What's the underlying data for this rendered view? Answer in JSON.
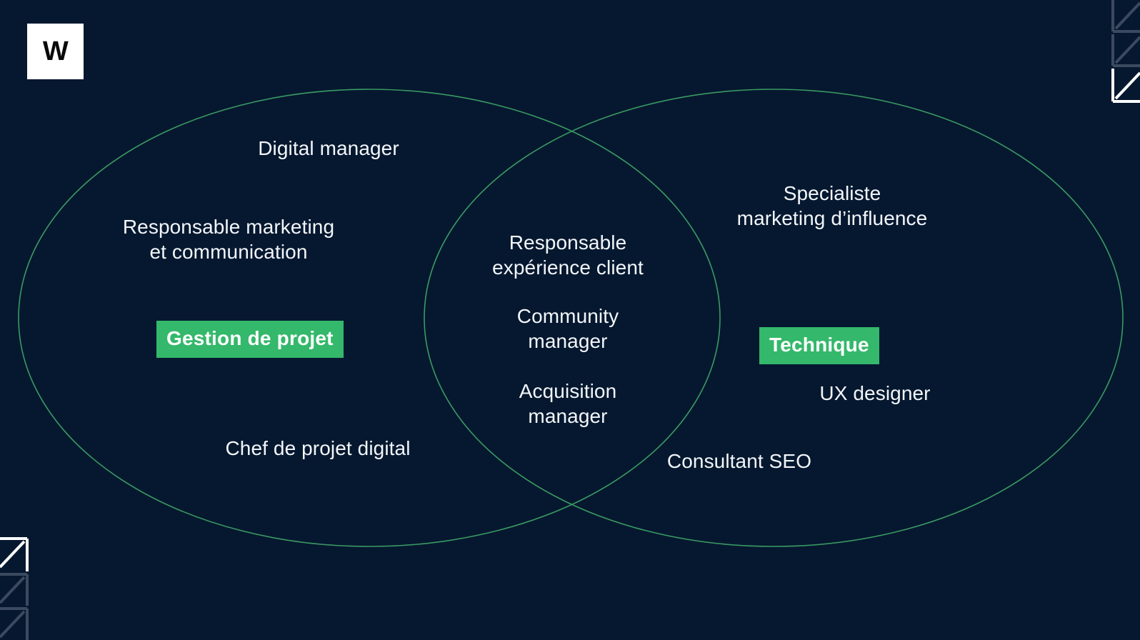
{
  "brand": {
    "logo_letter": "W"
  },
  "colors": {
    "background": "#06182f",
    "ellipse_stroke": "#3a9a63",
    "accent_green": "#34b86b",
    "text": "#f2f6fa",
    "logo_bg": "#ffffff",
    "logo_fg": "#0a0a0a",
    "deco_muted": "#3b4a61",
    "deco_bright": "#ffffff"
  },
  "diagram": {
    "type": "venn",
    "circles": [
      {
        "id": "left",
        "label": "Gestion de projet"
      },
      {
        "id": "right",
        "label": "Technique"
      }
    ],
    "left_only": [
      {
        "key": "digital_manager",
        "text": "Digital manager"
      },
      {
        "key": "resp_marketing",
        "text": "Responsable marketing\net communication"
      },
      {
        "key": "chef_projet",
        "text": "Chef de projet digital"
      }
    ],
    "intersection": [
      {
        "key": "resp_experience",
        "text": "Responsable\nexpérience client"
      },
      {
        "key": "community_manager",
        "text": "Community\nmanager"
      },
      {
        "key": "acquisition_manager",
        "text": "Acquisition\nmanager"
      }
    ],
    "right_only": [
      {
        "key": "specialiste_influence",
        "text": "Specialiste\nmarketing d’influence"
      },
      {
        "key": "ux_designer",
        "text": "UX designer"
      },
      {
        "key": "consultant_seo",
        "text": "Consultant SEO"
      }
    ],
    "chips": [
      {
        "key": "gestion_de_projet",
        "text": "Gestion de projet"
      },
      {
        "key": "technique",
        "text": "Technique"
      }
    ]
  }
}
